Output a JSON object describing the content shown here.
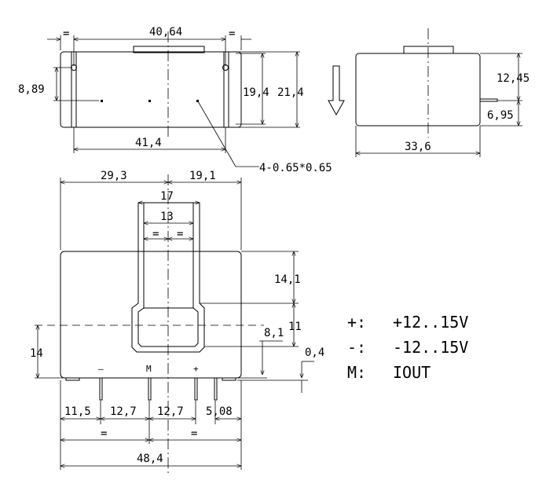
{
  "top_view": {
    "overall_width": "40,64",
    "equal_left": "=",
    "equal_right": "=",
    "pin_offset": "8,89",
    "inner_height": "19,4",
    "overall_height": "21,4",
    "pin_span": "41,4",
    "pin_size_note": "4-0.65*0.65"
  },
  "side_view": {
    "upper_height": "12,45",
    "lower_height": "6,95",
    "depth": "33,6"
  },
  "front_view": {
    "left_to_center": "29,3",
    "right_to_center": "19,1",
    "window_outer": "17",
    "window_inner": "13",
    "equal_left": "=",
    "equal_right": "=",
    "top_to_window": "14,1",
    "window_height": "11",
    "window_depth": "8,1",
    "standoff": "0,4",
    "center_height": "14",
    "pin_minus_mark": "–",
    "pin_m_mark": "M",
    "pin_plus_mark": "+",
    "spacing_left": "11,5",
    "spacing_1": "12,7",
    "spacing_2": "12,7",
    "spacing_right": "5,08",
    "equal_bottom_left": "=",
    "equal_bottom_right": "=",
    "overall_width": "48,4"
  },
  "legend": {
    "plus_key": "+:",
    "plus_value": "+12..15V",
    "minus_key": "-:",
    "minus_value": "-12..15V",
    "m_key": "M:",
    "m_value": "IOUT"
  }
}
